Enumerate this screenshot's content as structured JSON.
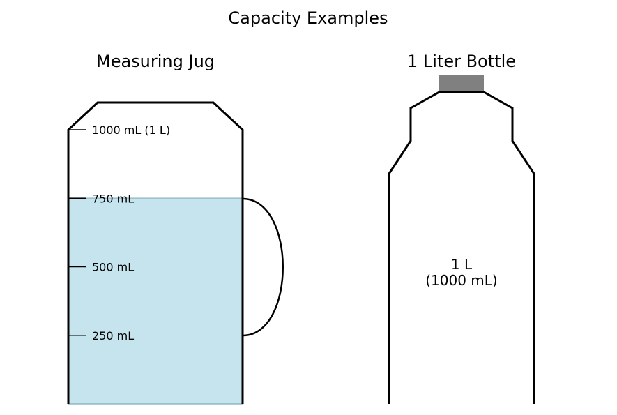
{
  "figure": {
    "title": "Capacity Examples"
  },
  "jug": {
    "title": "Measuring Jug",
    "marks": [
      {
        "label": "1000 mL (1 L)",
        "ml": 1000
      },
      {
        "label": "750 mL",
        "ml": 750
      },
      {
        "label": "500 mL",
        "ml": 500
      },
      {
        "label": "250 mL",
        "ml": 250
      }
    ],
    "fill_ml": 750,
    "capacity_ml": 1000,
    "water_color": "#add8e6",
    "outline_color": "#000000"
  },
  "bottle": {
    "title": "1 Liter Bottle",
    "label_line1": "1 L",
    "label_line2": "(1000 mL)",
    "cap_color": "#808080",
    "outline_color": "#000000"
  }
}
